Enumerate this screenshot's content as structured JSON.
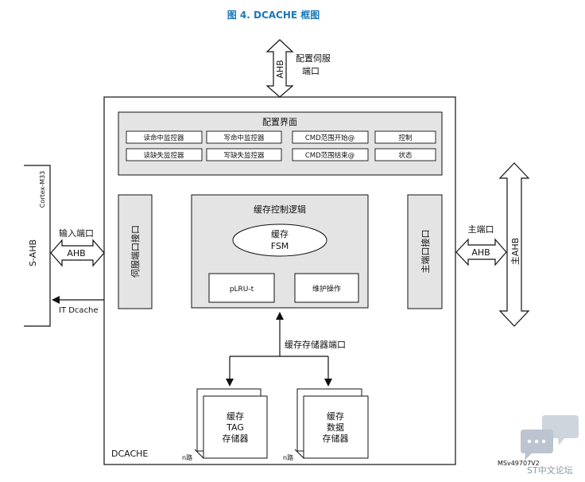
{
  "title": "图 4. DCACHE 框图",
  "config_port": {
    "bus": "AHB",
    "label_line1": "配置伺服",
    "label_line2": "端口"
  },
  "config_interface": {
    "title": "配置界面",
    "cells": [
      "读命中监控器",
      "写命中监控器",
      "CMD范围开始@",
      "控制",
      "读缺失监控器",
      "写缺失监控器",
      "CMD范围结束@",
      "状态"
    ]
  },
  "cortex": {
    "name": "Cortex-M33",
    "bus": "S-AHB"
  },
  "input_port": {
    "label": "输入端口",
    "bus": "AHB"
  },
  "it_dcache": "IT Dcache",
  "servo_port_interface": "伺服端口接口",
  "cache_control": {
    "title": "缓存控制逻辑",
    "fsm_line1": "缓存",
    "fsm_line2": "FSM",
    "plru": "pLRU-t",
    "maintenance": "维护操作"
  },
  "master_port_interface": "主端口接口",
  "master_port": {
    "label": "主端口",
    "bus": "AHB",
    "side_bus": "主AHB"
  },
  "memory_port": "缓存存储器端口",
  "tag_memory": {
    "line1": "缓存",
    "line2": "TAG",
    "line3": "存储器",
    "n_label": "n路"
  },
  "data_memory": {
    "line1": "缓存",
    "line2": "数据",
    "line3": "存储器",
    "n_label": "n路"
  },
  "block_label": "DCACHE",
  "figure_id": "MSv49707V2",
  "watermark": "ST中文论坛",
  "colors": {
    "title": "#1a78b8",
    "box_fill": "#e4e4e4",
    "stroke": "#111111"
  }
}
